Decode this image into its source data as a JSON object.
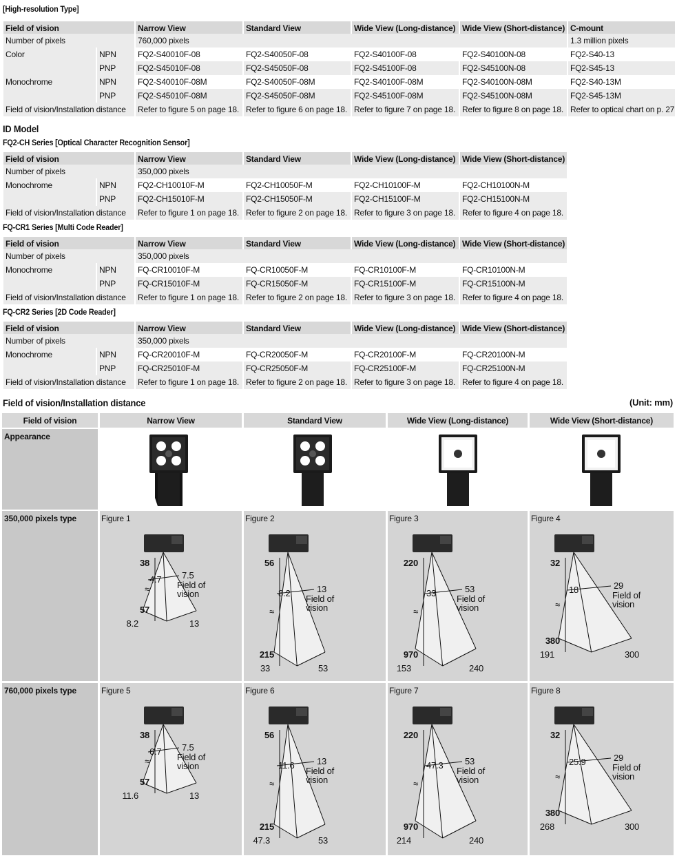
{
  "high_res": {
    "title": "[High-resolution Type]",
    "header": [
      "Field of vision",
      "Narrow View",
      "Standard View",
      "Wide View (Long-distance)",
      "Wide View (Short-distance)",
      "C-mount"
    ],
    "pixels_label": "Number of pixels",
    "pixels_value": "760,000 pixels",
    "pixels_cmount": "1.3 million pixels",
    "color_label": "Color",
    "mono_label": "Monochrome",
    "npn": "NPN",
    "pnp": "PNP",
    "color_npn": [
      "FQ2-S40010F-08",
      "FQ2-S40050F-08",
      "FQ2-S40100F-08",
      "FQ2-S40100N-08",
      "FQ2-S40-13"
    ],
    "color_pnp": [
      "FQ2-S45010F-08",
      "FQ2-S45050F-08",
      "FQ2-S45100F-08",
      "FQ2-S45100N-08",
      "FQ2-S45-13"
    ],
    "mono_npn": [
      "FQ2-S40010F-08M",
      "FQ2-S40050F-08M",
      "FQ2-S40100F-08M",
      "FQ2-S40100N-08M",
      "FQ2-S40-13M"
    ],
    "mono_pnp": [
      "FQ2-S45010F-08M",
      "FQ2-S45050F-08M",
      "FQ2-S45100F-08M",
      "FQ2-S45100N-08M",
      "FQ2-S45-13M"
    ],
    "fov_label": "Field of vision/Installation distance",
    "fov": [
      "Refer to figure 5 on page 18.",
      "Refer to figure 6 on page 18.",
      "Refer to figure 7 on page 18.",
      "Refer to figure 8 on page 18.",
      "Refer to optical chart on p. 27"
    ]
  },
  "id_model": {
    "title": "ID Model"
  },
  "ch": {
    "title": "FQ2-CH Series [Optical Character Recognition Sensor]",
    "header": [
      "Field of vision",
      "Narrow View",
      "Standard View",
      "Wide View (Long-distance)",
      "Wide View (Short-distance)"
    ],
    "pixels_label": "Number of pixels",
    "pixels_value": "350,000 pixels",
    "mono_label": "Monochrome",
    "npn": "NPN",
    "pnp": "PNP",
    "npn_models": [
      "FQ2-CH10010F-M",
      "FQ2-CH10050F-M",
      "FQ2-CH10100F-M",
      "FQ2-CH10100N-M"
    ],
    "pnp_models": [
      "FQ2-CH15010F-M",
      "FQ2-CH15050F-M",
      "FQ2-CH15100F-M",
      "FQ2-CH15100N-M"
    ],
    "fov_label": "Field of vision/Installation distance",
    "fov": [
      "Refer to figure 1 on page 18.",
      "Refer to figure 2 on page 18.",
      "Refer to figure 3 on page 18.",
      "Refer to figure 4 on page 18."
    ]
  },
  "cr1": {
    "title": "FQ-CR1 Series [Multi Code Reader]",
    "header": [
      "Field of vision",
      "Narrow View",
      "Standard View",
      "Wide View (Long-distance)",
      "Wide View (Short-distance)"
    ],
    "pixels_label": "Number of pixels",
    "pixels_value": "350,000 pixels",
    "mono_label": "Monochrome",
    "npn": "NPN",
    "pnp": "PNP",
    "npn_models": [
      "FQ-CR10010F-M",
      "FQ-CR10050F-M",
      "FQ-CR10100F-M",
      "FQ-CR10100N-M"
    ],
    "pnp_models": [
      "FQ-CR15010F-M",
      "FQ-CR15050F-M",
      "FQ-CR15100F-M",
      "FQ-CR15100N-M"
    ],
    "fov_label": "Field of vision/Installation distance",
    "fov": [
      "Refer to figure 1 on page 18.",
      "Refer to figure 2 on page 18.",
      "Refer to figure 3 on page 18.",
      "Refer to figure 4 on page 18."
    ]
  },
  "cr2": {
    "title": "FQ-CR2 Series [2D Code Reader]",
    "header": [
      "Field of vision",
      "Narrow View",
      "Standard View",
      "Wide View (Long-distance)",
      "Wide View (Short-distance)"
    ],
    "pixels_label": "Number of pixels",
    "pixels_value": "350,000 pixels",
    "mono_label": "Monochrome",
    "npn": "NPN",
    "pnp": "PNP",
    "npn_models": [
      "FQ-CR20010F-M",
      "FQ-CR20050F-M",
      "FQ-CR20100F-M",
      "FQ-CR20100N-M"
    ],
    "pnp_models": [
      "FQ-CR25010F-M",
      "FQ-CR25050F-M",
      "FQ-CR25100F-M",
      "FQ-CR25100N-M"
    ],
    "fov_label": "Field of vision/Installation distance",
    "fov": [
      "Refer to figure 1 on page 18.",
      "Refer to figure 2 on page 18.",
      "Refer to figure 3 on page 18.",
      "Refer to figure 4 on page 18."
    ]
  },
  "fov_section": {
    "title": "Field of vision/Installation distance",
    "unit": "(Unit: mm)",
    "header": [
      "Field of vision",
      "Narrow View",
      "Standard View",
      "Wide View (Long-distance)",
      "Wide View (Short-distance)"
    ],
    "appearance_label": "Appearance",
    "row350_label": "350,000 pixels type",
    "row760_label": "760,000 pixels type",
    "fov_text_1": "Field of",
    "fov_text_2": "vision",
    "tilde": "≈",
    "figures": [
      {
        "label": "Figure 1",
        "d1": "38",
        "d2": "57",
        "a": "4.7",
        "b": "7.5",
        "c": "8.2",
        "e": "13"
      },
      {
        "label": "Figure 2",
        "d1": "56",
        "d2": "215",
        "a": "8.2",
        "b": "13",
        "c": "33",
        "e": "53"
      },
      {
        "label": "Figure 3",
        "d1": "220",
        "d2": "970",
        "a": "33",
        "b": "53",
        "c": "153",
        "e": "240"
      },
      {
        "label": "Figure 4",
        "d1": "32",
        "d2": "380",
        "a": "18",
        "b": "29",
        "c": "191",
        "e": "300"
      },
      {
        "label": "Figure 5",
        "d1": "38",
        "d2": "57",
        "a": "6.7",
        "b": "7.5",
        "c": "11.6",
        "e": "13"
      },
      {
        "label": "Figure 6",
        "d1": "56",
        "d2": "215",
        "a": "11.6",
        "b": "13",
        "c": "47.3",
        "e": "53"
      },
      {
        "label": "Figure 7",
        "d1": "220",
        "d2": "970",
        "a": "47.3",
        "b": "53",
        "c": "214",
        "e": "240"
      },
      {
        "label": "Figure 8",
        "d1": "32",
        "d2": "380",
        "a": "25.9",
        "b": "29",
        "c": "268",
        "e": "300"
      }
    ]
  }
}
